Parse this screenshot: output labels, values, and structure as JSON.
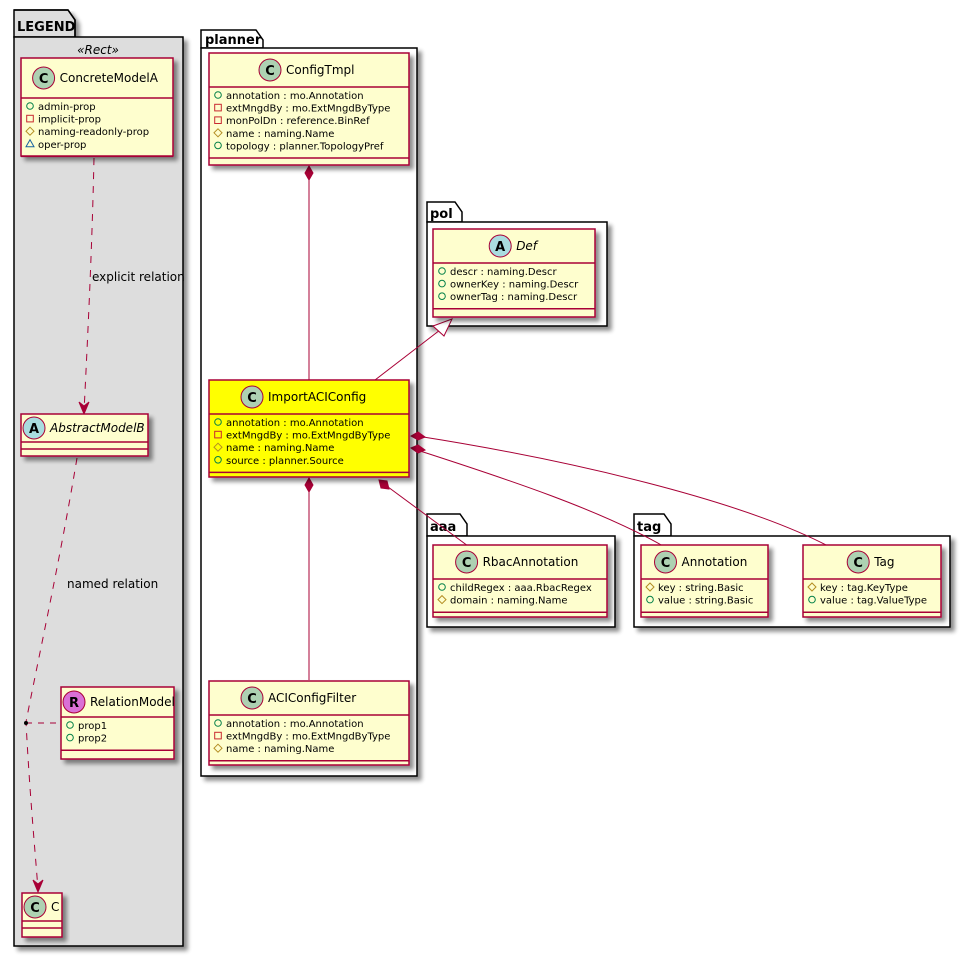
{
  "colors": {
    "class_fill": "#FEFECE",
    "highlight_fill": "#FFFF00",
    "border": "#A80036",
    "legend_bg": "#DDDDDD",
    "circle_class": "#ADD1B2",
    "circle_abstract": "#A9DCDF",
    "circle_relation": "#DA70D6",
    "vis_public": "#038048",
    "vis_private": "#C82930",
    "vis_protected": "#B38D22",
    "vis_package": "#1963A0"
  },
  "packages": {
    "legend": {
      "name": "LEGEND",
      "stereotype": "«Rect»"
    },
    "planner": {
      "name": "planner"
    },
    "pol": {
      "name": "pol"
    },
    "aaa": {
      "name": "aaa"
    },
    "tag": {
      "name": "tag"
    }
  },
  "classes": {
    "concrete_model_a": {
      "kind": "C",
      "name": "ConcreteModelA",
      "attributes": [
        {
          "vis": "public",
          "text": "admin-prop"
        },
        {
          "vis": "private",
          "text": "implicit-prop"
        },
        {
          "vis": "protected",
          "text": "naming-readonly-prop"
        },
        {
          "vis": "package",
          "text": "oper-prop"
        }
      ]
    },
    "abstract_model_b": {
      "kind": "A",
      "name": "AbstractModelB",
      "attributes": []
    },
    "relation_model": {
      "kind": "R",
      "name": "RelationModel",
      "attributes": [
        {
          "vis": "public",
          "text": "prop1"
        },
        {
          "vis": "public",
          "text": "prop2"
        }
      ]
    },
    "c": {
      "kind": "C",
      "name": "C",
      "attributes": []
    },
    "config_tmpl": {
      "kind": "C",
      "name": "ConfigTmpl",
      "attributes": [
        {
          "vis": "public",
          "text": "annotation : mo.Annotation"
        },
        {
          "vis": "private",
          "text": "extMngdBy : mo.ExtMngdByType"
        },
        {
          "vis": "private",
          "text": "monPolDn : reference.BinRef"
        },
        {
          "vis": "protected",
          "text": "name : naming.Name"
        },
        {
          "vis": "public",
          "text": "topology : planner.TopologyPref"
        }
      ]
    },
    "def": {
      "kind": "A",
      "name": "Def",
      "attributes": [
        {
          "vis": "public",
          "text": "descr : naming.Descr"
        },
        {
          "vis": "public",
          "text": "ownerKey : naming.Descr"
        },
        {
          "vis": "public",
          "text": "ownerTag : naming.Descr"
        }
      ]
    },
    "import_aci_config": {
      "kind": "C",
      "name": "ImportACIConfig",
      "highlighted": true,
      "attributes": [
        {
          "vis": "public",
          "text": "annotation : mo.Annotation"
        },
        {
          "vis": "private",
          "text": "extMngdBy : mo.ExtMngdByType"
        },
        {
          "vis": "protected",
          "text": "name : naming.Name"
        },
        {
          "vis": "public",
          "text": "source : planner.Source"
        }
      ]
    },
    "aci_config_filter": {
      "kind": "C",
      "name": "ACIConfigFilter",
      "attributes": [
        {
          "vis": "public",
          "text": "annotation : mo.Annotation"
        },
        {
          "vis": "private",
          "text": "extMngdBy : mo.ExtMngdByType"
        },
        {
          "vis": "protected",
          "text": "name : naming.Name"
        }
      ]
    },
    "rbac_annotation": {
      "kind": "C",
      "name": "RbacAnnotation",
      "attributes": [
        {
          "vis": "public",
          "text": "childRegex : aaa.RbacRegex"
        },
        {
          "vis": "protected",
          "text": "domain : naming.Name"
        }
      ]
    },
    "annotation": {
      "kind": "C",
      "name": "Annotation",
      "attributes": [
        {
          "vis": "protected",
          "text": "key : string.Basic"
        },
        {
          "vis": "public",
          "text": "value : string.Basic"
        }
      ]
    },
    "tag": {
      "kind": "C",
      "name": "Tag",
      "attributes": [
        {
          "vis": "protected",
          "text": "key : tag.KeyType"
        },
        {
          "vis": "public",
          "text": "value : tag.ValueType"
        }
      ]
    }
  },
  "relations": {
    "explicit": {
      "label": "explicit relation",
      "from": "ConcreteModelA",
      "to": "AbstractModelB",
      "type": "dependency"
    },
    "named": {
      "label": "named relation",
      "from": "AbstractModelB",
      "to": "C",
      "type": "dependency",
      "association_class": "RelationModel"
    },
    "list": [
      {
        "from": "ConfigTmpl",
        "to": "ImportACIConfig",
        "type": "composition"
      },
      {
        "from": "ImportACIConfig",
        "to": "Def",
        "type": "inheritance"
      },
      {
        "from": "ImportACIConfig",
        "to": "ACIConfigFilter",
        "type": "composition"
      },
      {
        "from": "ImportACIConfig",
        "to": "RbacAnnotation",
        "type": "composition"
      },
      {
        "from": "ImportACIConfig",
        "to": "Annotation",
        "type": "composition"
      },
      {
        "from": "ImportACIConfig",
        "to": "Tag",
        "type": "composition"
      }
    ]
  }
}
